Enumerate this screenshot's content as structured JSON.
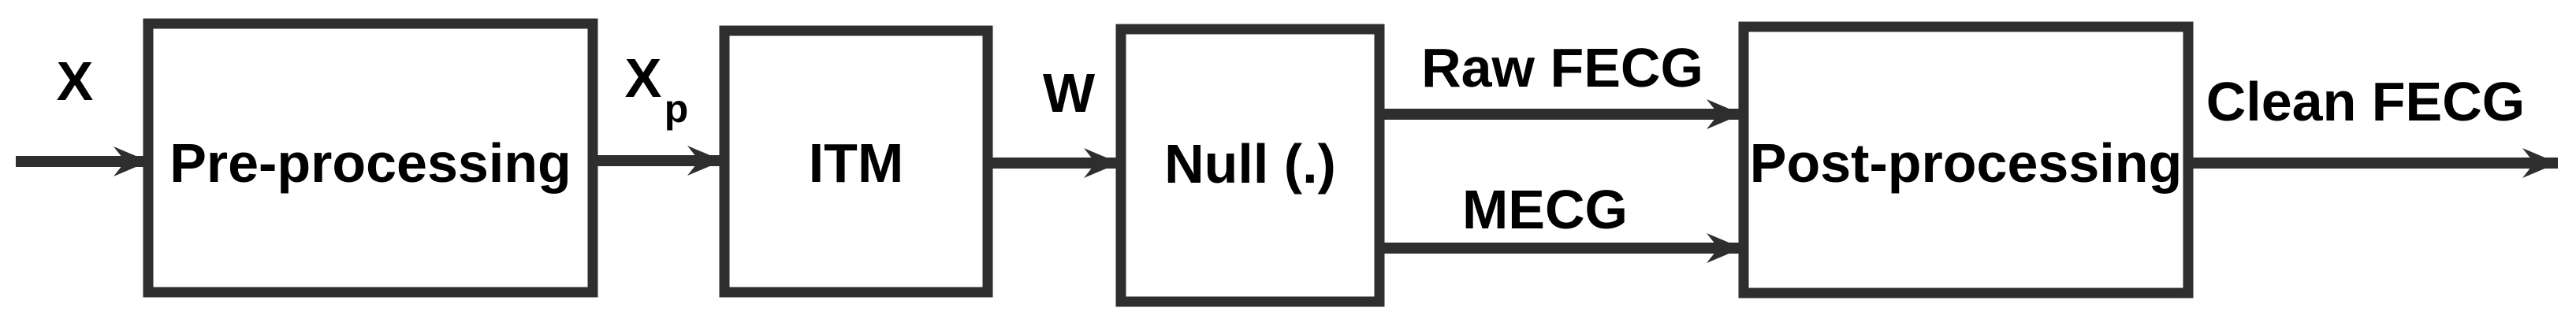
{
  "figure": {
    "type": "block-diagram",
    "description": "Signal flow pipeline with four processing blocks connected left to right by labeled arrows"
  },
  "colors": {
    "line": "#2e2e2e",
    "text": "#000000",
    "box_fill": "#ffffff",
    "background": "#ffffff"
  },
  "blocks": [
    {
      "label": "Pre-processing"
    },
    {
      "label": "ITM"
    },
    {
      "label": "Null (.)"
    },
    {
      "label": "Post-processing"
    }
  ],
  "arrow_labels": {
    "input": "X",
    "pre_to_itm_main": "X",
    "pre_to_itm_subscript": "p",
    "itm_to_null": "W",
    "null_to_post_top": "Raw FECG",
    "null_to_post_bottom": "MECG",
    "output": "Clean FECG"
  }
}
